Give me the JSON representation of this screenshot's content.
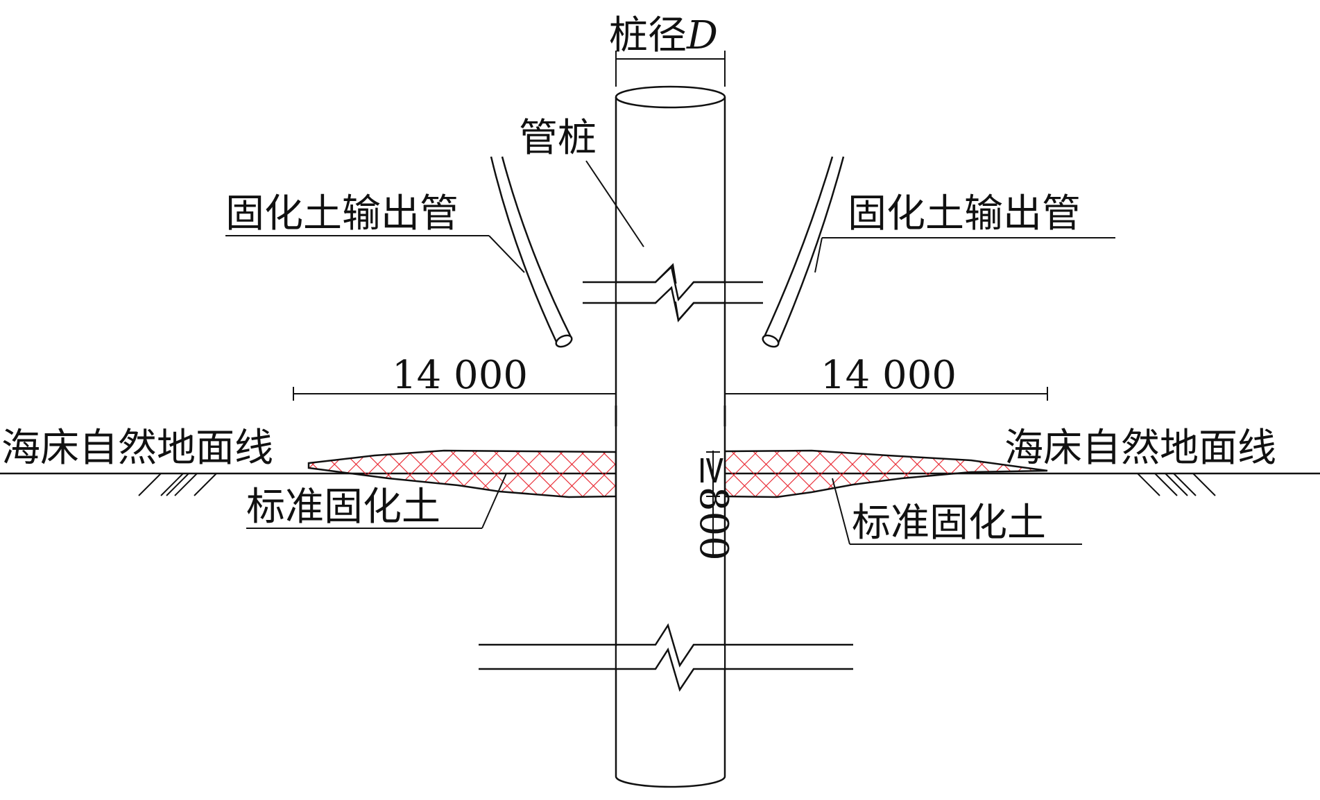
{
  "labels": {
    "pile_diameter_prefix": "桩径",
    "pile_diameter_symbol": "D",
    "pipe_pile": "管桩",
    "output_pipe_left": "固化土输出管",
    "output_pipe_right": "固化土输出管",
    "seabed_line_left": "海床自然地面线",
    "seabed_line_right": "海床自然地面线",
    "soil_left": "标准固化土",
    "soil_right": "标准固化土",
    "dim_left": "14 000",
    "dim_right": "14 000",
    "thickness": "≥800"
  },
  "colors": {
    "line": "#111111",
    "hatch": "#e8202a"
  }
}
